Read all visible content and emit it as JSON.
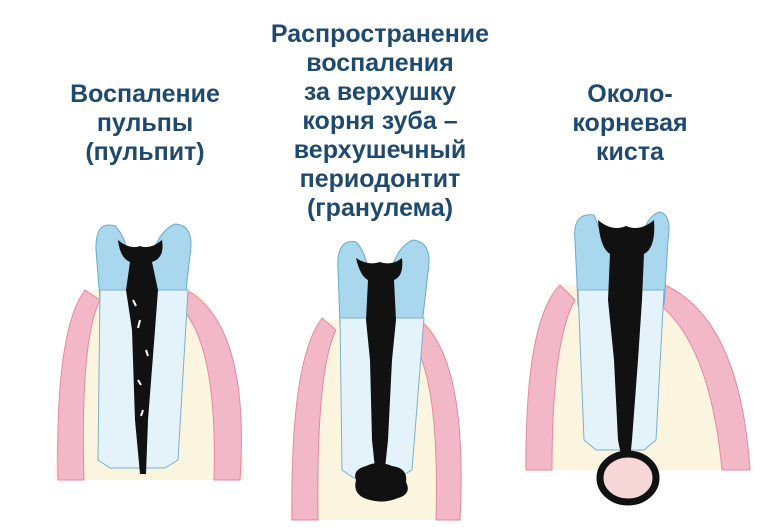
{
  "stages": [
    {
      "id": "pulpitis",
      "caption": "Воспаление\nпульпы\n(пульпит)"
    },
    {
      "id": "granuloma",
      "caption": "Распространение\nвоспаления\nза верхушку\nкорня зуба –\nверхушечный\nпериодонтит\n(гранулема)"
    },
    {
      "id": "cyst",
      "caption": "Около-\nкорневая\nкиста"
    }
  ],
  "colors": {
    "caption": "#1f4a6e",
    "enamel": "#a9d8ee",
    "dentin": "#e4f2fa",
    "gum": "#f3b8c8",
    "bone": "#fbf5df",
    "pulp": "#111111",
    "cyst": "#f6d6d6"
  }
}
